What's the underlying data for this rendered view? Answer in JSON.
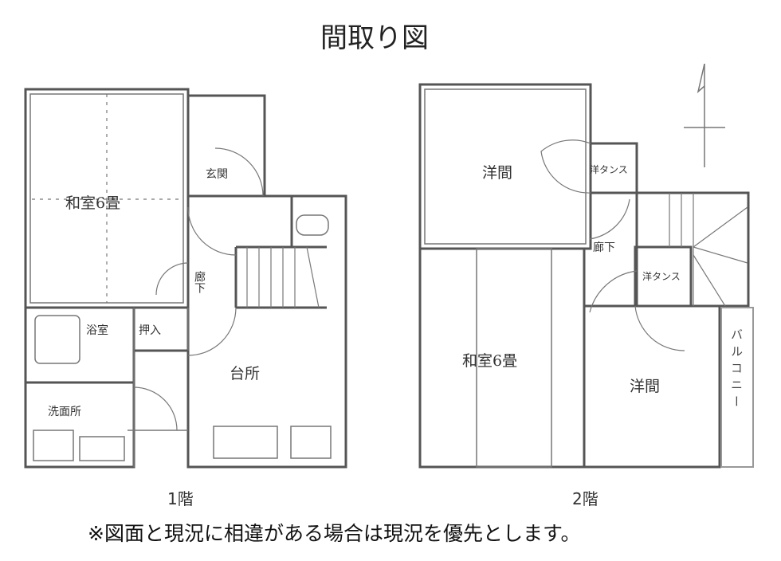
{
  "title": "間取り図",
  "floor1": {
    "label": "1階",
    "rooms": {
      "washitsu": "和室6畳",
      "genkan": "玄関",
      "rouka": "廊下",
      "yokushitsu": "浴室",
      "oshiire": "押入",
      "daidokoro": "台所",
      "senmenjo": "洗面所"
    }
  },
  "floor2": {
    "label": "2階",
    "rooms": {
      "youma_top": "洋間",
      "closet_top": "洋タンス",
      "rouka": "廊下",
      "closet_mid": "洋タンス",
      "washitsu": "和室6畳",
      "youma_bottom": "洋間",
      "balcony": "バルコニー"
    }
  },
  "note": "※図面と現況に相違がある場合は現況を優先とします。"
}
